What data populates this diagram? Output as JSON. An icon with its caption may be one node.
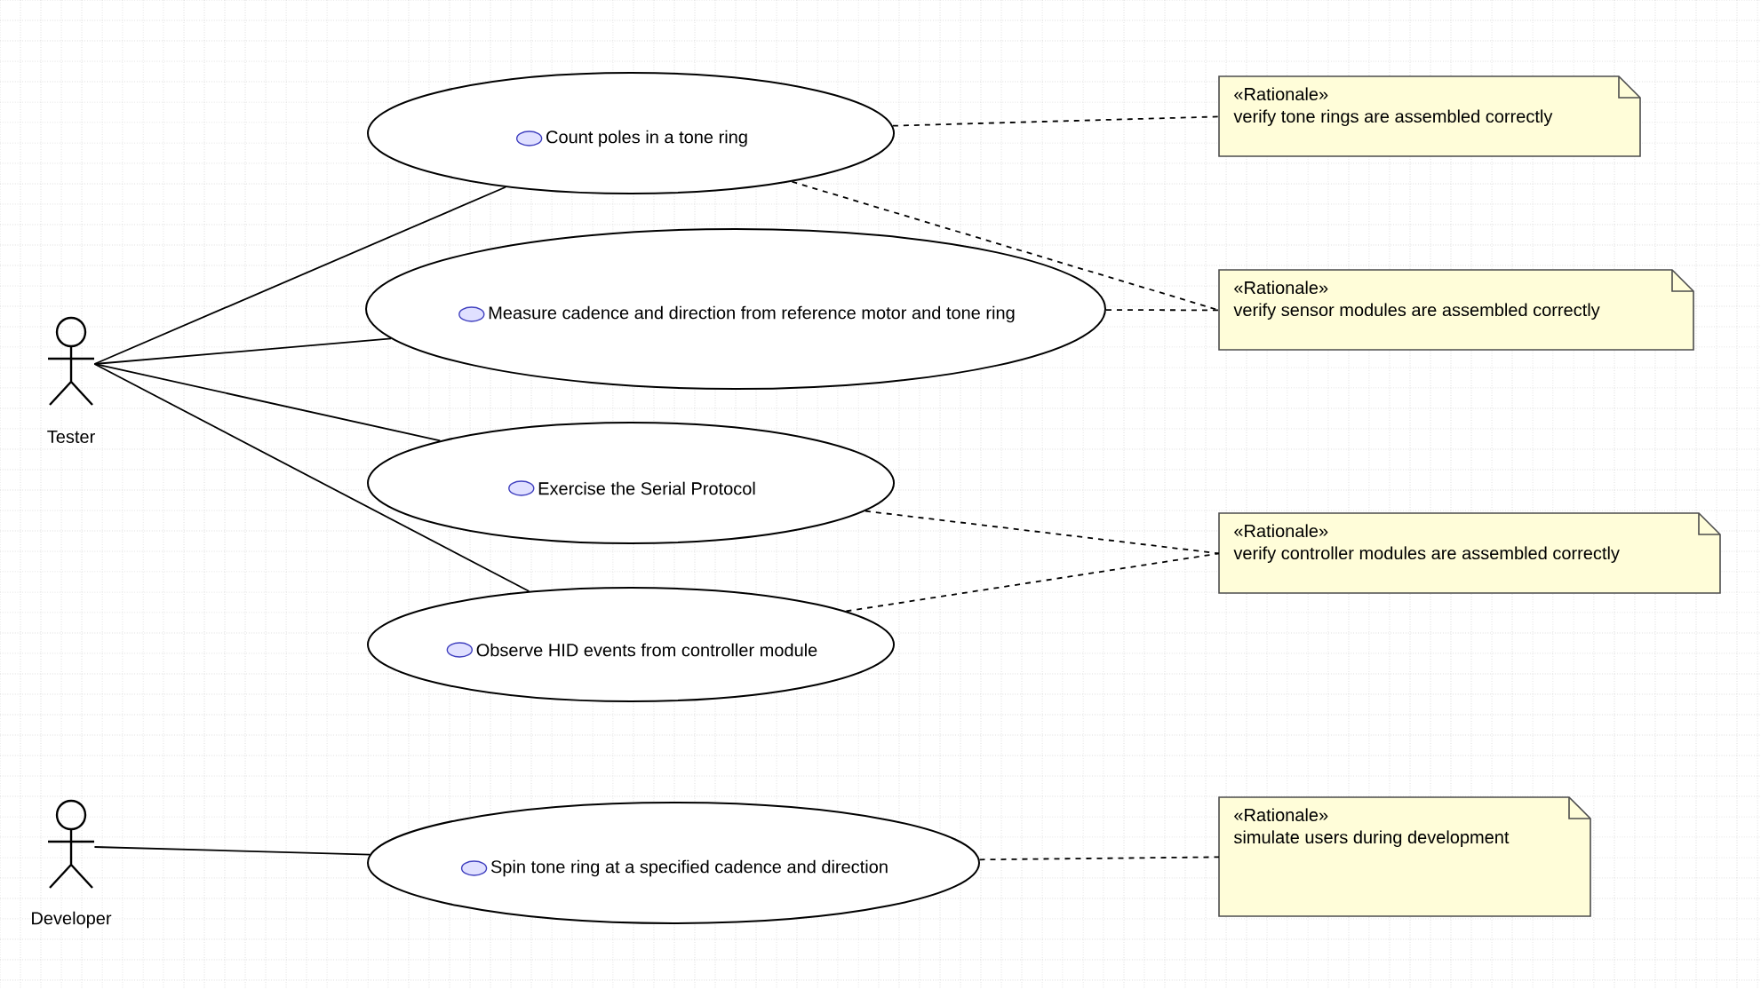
{
  "diagram": {
    "nodes": [
      {
        "text": [
          "Tester"
        ]
      },
      {
        "text": [
          "Developer"
        ]
      },
      {
        "text": [
          "Count poles in a tone ring"
        ]
      },
      {
        "text": [
          "Measure cadence and direction from reference motor and tone ring"
        ]
      },
      {
        "text": [
          "Exercise the Serial Protocol"
        ]
      },
      {
        "text": [
          "Observe HID events from controller module"
        ]
      },
      {
        "text": [
          "Spin tone ring at a specified cadence and direction"
        ]
      },
      {
        "text": [
          "«Rationale»",
          "verify tone rings are assembled correctly"
        ]
      },
      {
        "text": [
          "«Rationale»",
          "verify sensor modules are assembled correctly"
        ]
      },
      {
        "text": [
          "«Rationale»",
          "verify controller modules are assembled correctly"
        ]
      },
      {
        "text": [
          "«Rationale»",
          "simulate users during development"
        ]
      }
    ],
    "edges": [
      {
        "from": 0,
        "to": 2,
        "arrow": "none"
      },
      {
        "from": 0,
        "to": 3,
        "arrow": "none"
      },
      {
        "from": 0,
        "to": 4,
        "arrow": "none"
      },
      {
        "from": 0,
        "to": 5,
        "arrow": "none"
      },
      {
        "from": 1,
        "to": 6,
        "arrow": "none"
      },
      {
        "from": 2,
        "to": 7,
        "arrow": "none",
        "style": "dashed"
      },
      {
        "from": 2,
        "to": 8,
        "arrow": "none",
        "style": "dashed"
      },
      {
        "from": 3,
        "to": 8,
        "arrow": "none",
        "style": "dashed"
      },
      {
        "from": 4,
        "to": 9,
        "arrow": "none",
        "style": "dashed"
      },
      {
        "from": 5,
        "to": 9,
        "arrow": "none",
        "style": "dashed"
      },
      {
        "from": 6,
        "to": 10,
        "arrow": "none",
        "style": "dashed"
      }
    ]
  }
}
